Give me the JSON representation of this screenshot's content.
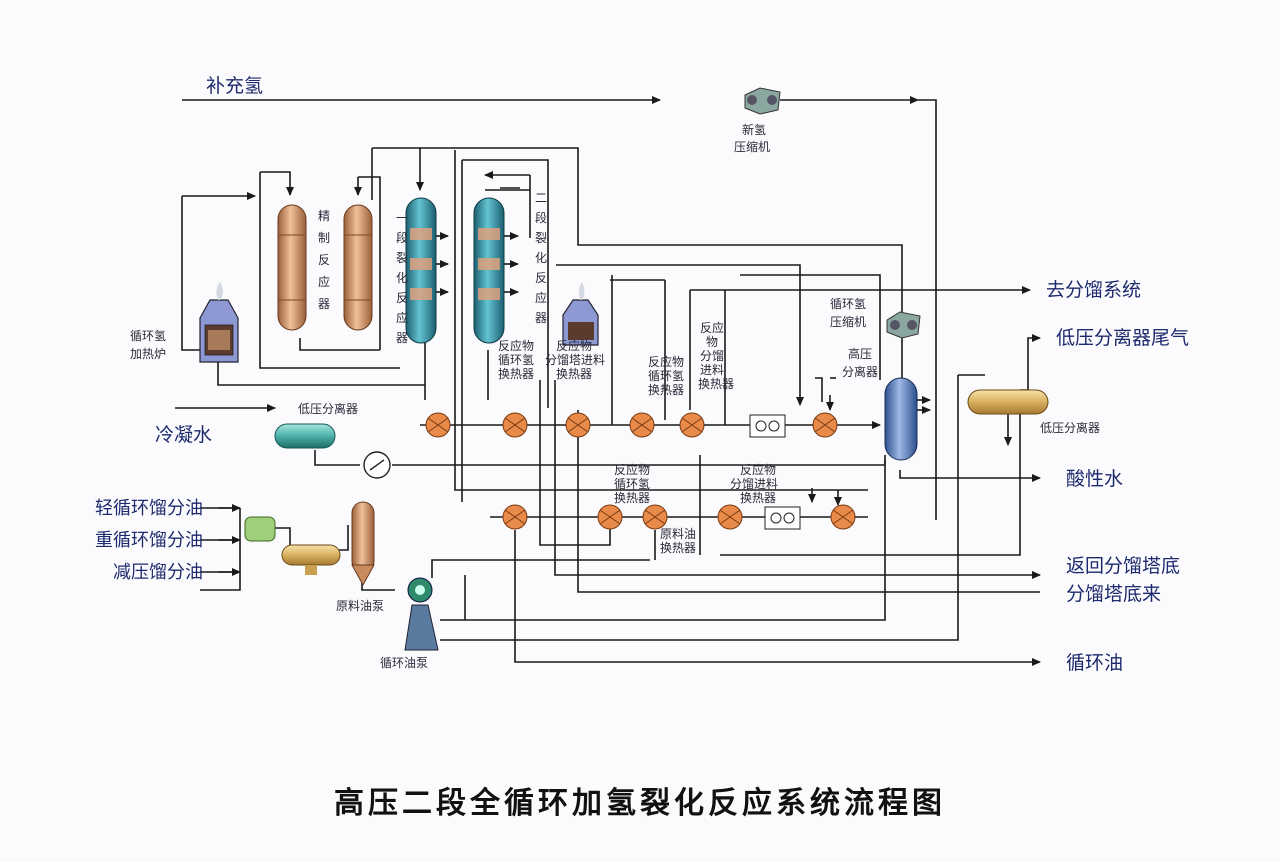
{
  "title": "高压二段全循环加氢裂化反应系统流程图",
  "labels": {
    "makeup_h2": "补充氢",
    "new_compressor_1": "新氢",
    "new_compressor_2": "压缩机",
    "refining_reactor": "精制反应器",
    "stage1_reactor": "一段裂化反应器",
    "stage2_reactor": "二段裂化反应器",
    "recycle_heater_1": "循环氢",
    "recycle_heater_2": "加热炉",
    "to_fractionation": "去分馏系统",
    "recycle_compressor_1": "循环氢",
    "recycle_compressor_2": "压缩机",
    "low_sep_tail_gas": "低压分离器尾气",
    "high_sep_1": "高压",
    "high_sep_2": "分离器",
    "lp_separator_left": "低压分离器",
    "lp_separator_right": "低压分离器",
    "condensate_water": "冷凝水",
    "acid_water": "酸性水",
    "light_oil": "轻循环馏分油",
    "heavy_oil": "重循环馏分油",
    "vacuum_oil": "减压馏分油",
    "return_bottom": "返回分馏塔底",
    "from_bottom": "分馏塔底来",
    "recycle_oil": "循环油",
    "feed_pump": "原料油泵",
    "recycle_pump": "循环油泵",
    "hx_1_1": "反应物",
    "hx_1_2": "循环氢",
    "hx_1_3": "换热器",
    "hx_2_1": "反应物",
    "hx_2_2": "分馏塔进料",
    "hx_2_3": "换热器",
    "hx_3_1": "反应物",
    "hx_3_2": "循环氢",
    "hx_3_3": "换热器",
    "hx_4_1": "反应",
    "hx_4_2": "物",
    "hx_4_3": "分馏",
    "hx_4_4": "进料",
    "hx_4_5": "换热器",
    "hx_5_1": "反应物",
    "hx_5_2": "循环氢",
    "hx_5_3": "换热器",
    "hx_6_1": "反应物",
    "hx_6_2": "分馏进料",
    "hx_6_3": "换热器",
    "hx_7_1": "原料油",
    "hx_7_2": "换热器"
  },
  "colors": {
    "line": "#1a1a1a",
    "label_blue": "#1d2a6e",
    "reactor_copper": "#c98a5e",
    "reactor_teal": "#2f8fa0",
    "heat_exchanger": "#e07a3a",
    "furnace": "#7a86c8",
    "separator": "#3f6fb0",
    "drum_teal": "#4bb0a8",
    "drum_tan": "#e0c070"
  }
}
